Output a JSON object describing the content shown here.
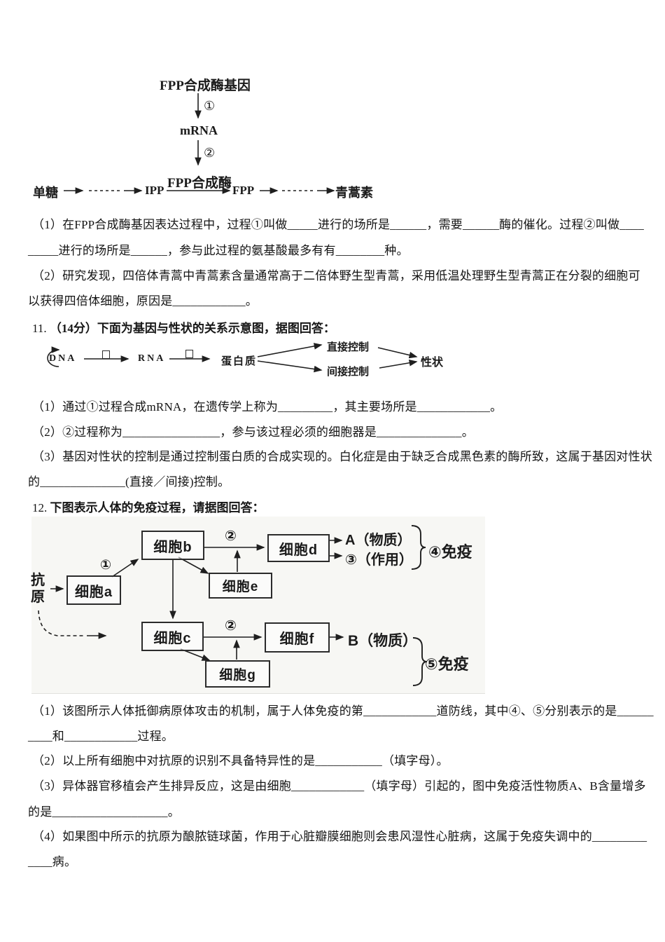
{
  "q10": {
    "diagram": {
      "gene": "FPP合成酶基因",
      "step1": "①",
      "step2": "②",
      "mrna": "mRNA",
      "enzyme": "FPP合成酶",
      "chain1": "单糖",
      "chain2": "IPP",
      "chain3": "FPP",
      "chain4": "青蒿素"
    },
    "lines": {
      "l1": "（1）在FPP合成酶基因表达过程中，过程①叫做_____进行的场所是______，需要______酶的催化。过程②叫做____",
      "l2": "_____进行的场所是______，参与此过程的氨基酸最多有有________种。",
      "l3": "（2）研究发现，四倍体青蒿中青蒿素含量通常高于二倍体野生型青蒿，采用低温处理野生型青蒿正在分裂的细胞可",
      "l4": "以获得四倍体细胞，原因是____________。"
    }
  },
  "q11": {
    "header_num": "11.",
    "header": "（14分）下面为基因与性状的关系示意图，据图回答：",
    "diagram": {
      "dna": "DNA",
      "rna": "RNA",
      "protein": "蛋白质",
      "direct": "直接控制",
      "indirect": "间接控制",
      "trait": "性状"
    },
    "lines": {
      "l1": "（1）通过①过程合成mRNA，在遗传学上称为_________，其主要场所是____________。",
      "l2": "（2）②过程称为________________，参与该过程必须的细胞器是______________。",
      "l3": "（3）基因对性状的控制是通过控制蛋白质的合成实现的。白化症是由于缺乏合成黑色素的酶所致，这属于基因对性状",
      "l4": "的______________(直接／间接)控制。"
    }
  },
  "q12": {
    "header_num": "12.",
    "header": "下图表示人体的免疫过程，请据图回答：",
    "diagram": {
      "antigen": "抗原",
      "cell_a": "细胞a",
      "cell_b": "细胞b",
      "cell_c": "细胞c",
      "cell_d": "细胞d",
      "cell_e": "细胞e",
      "cell_f": "细胞f",
      "cell_g": "细胞g",
      "num1": "①",
      "num2_top": "②",
      "num2_bottom": "②",
      "out_a": "A（物质）",
      "out_3": "③（作用）",
      "immunity4": "④免疫",
      "out_b": "B（物质）",
      "immunity5": "⑤免疫"
    },
    "lines": {
      "l1": "（1）该图所示人体抵御病原体攻击的机制，属于人体免疫的第____________道防线，其中④、⑤分别表示的是______",
      "l2": "____和____________过程。",
      "l3": "（2）以上所有细胞中对抗原的识别不具备特异性的是___________（填字母）。",
      "l4": "（3）异体器官移植会产生排异反应，这是由细胞____________（填字母）引起的，图中免疫活性物质A、B含量增多",
      "l5": "的是___________________。",
      "l6": "（4）如果图中所示的抗原为酿脓链球菌，作用于心脏瓣膜细胞则会患风湿性心脏病，这属于免疫失调中的_________",
      "l7": "____病。"
    }
  }
}
